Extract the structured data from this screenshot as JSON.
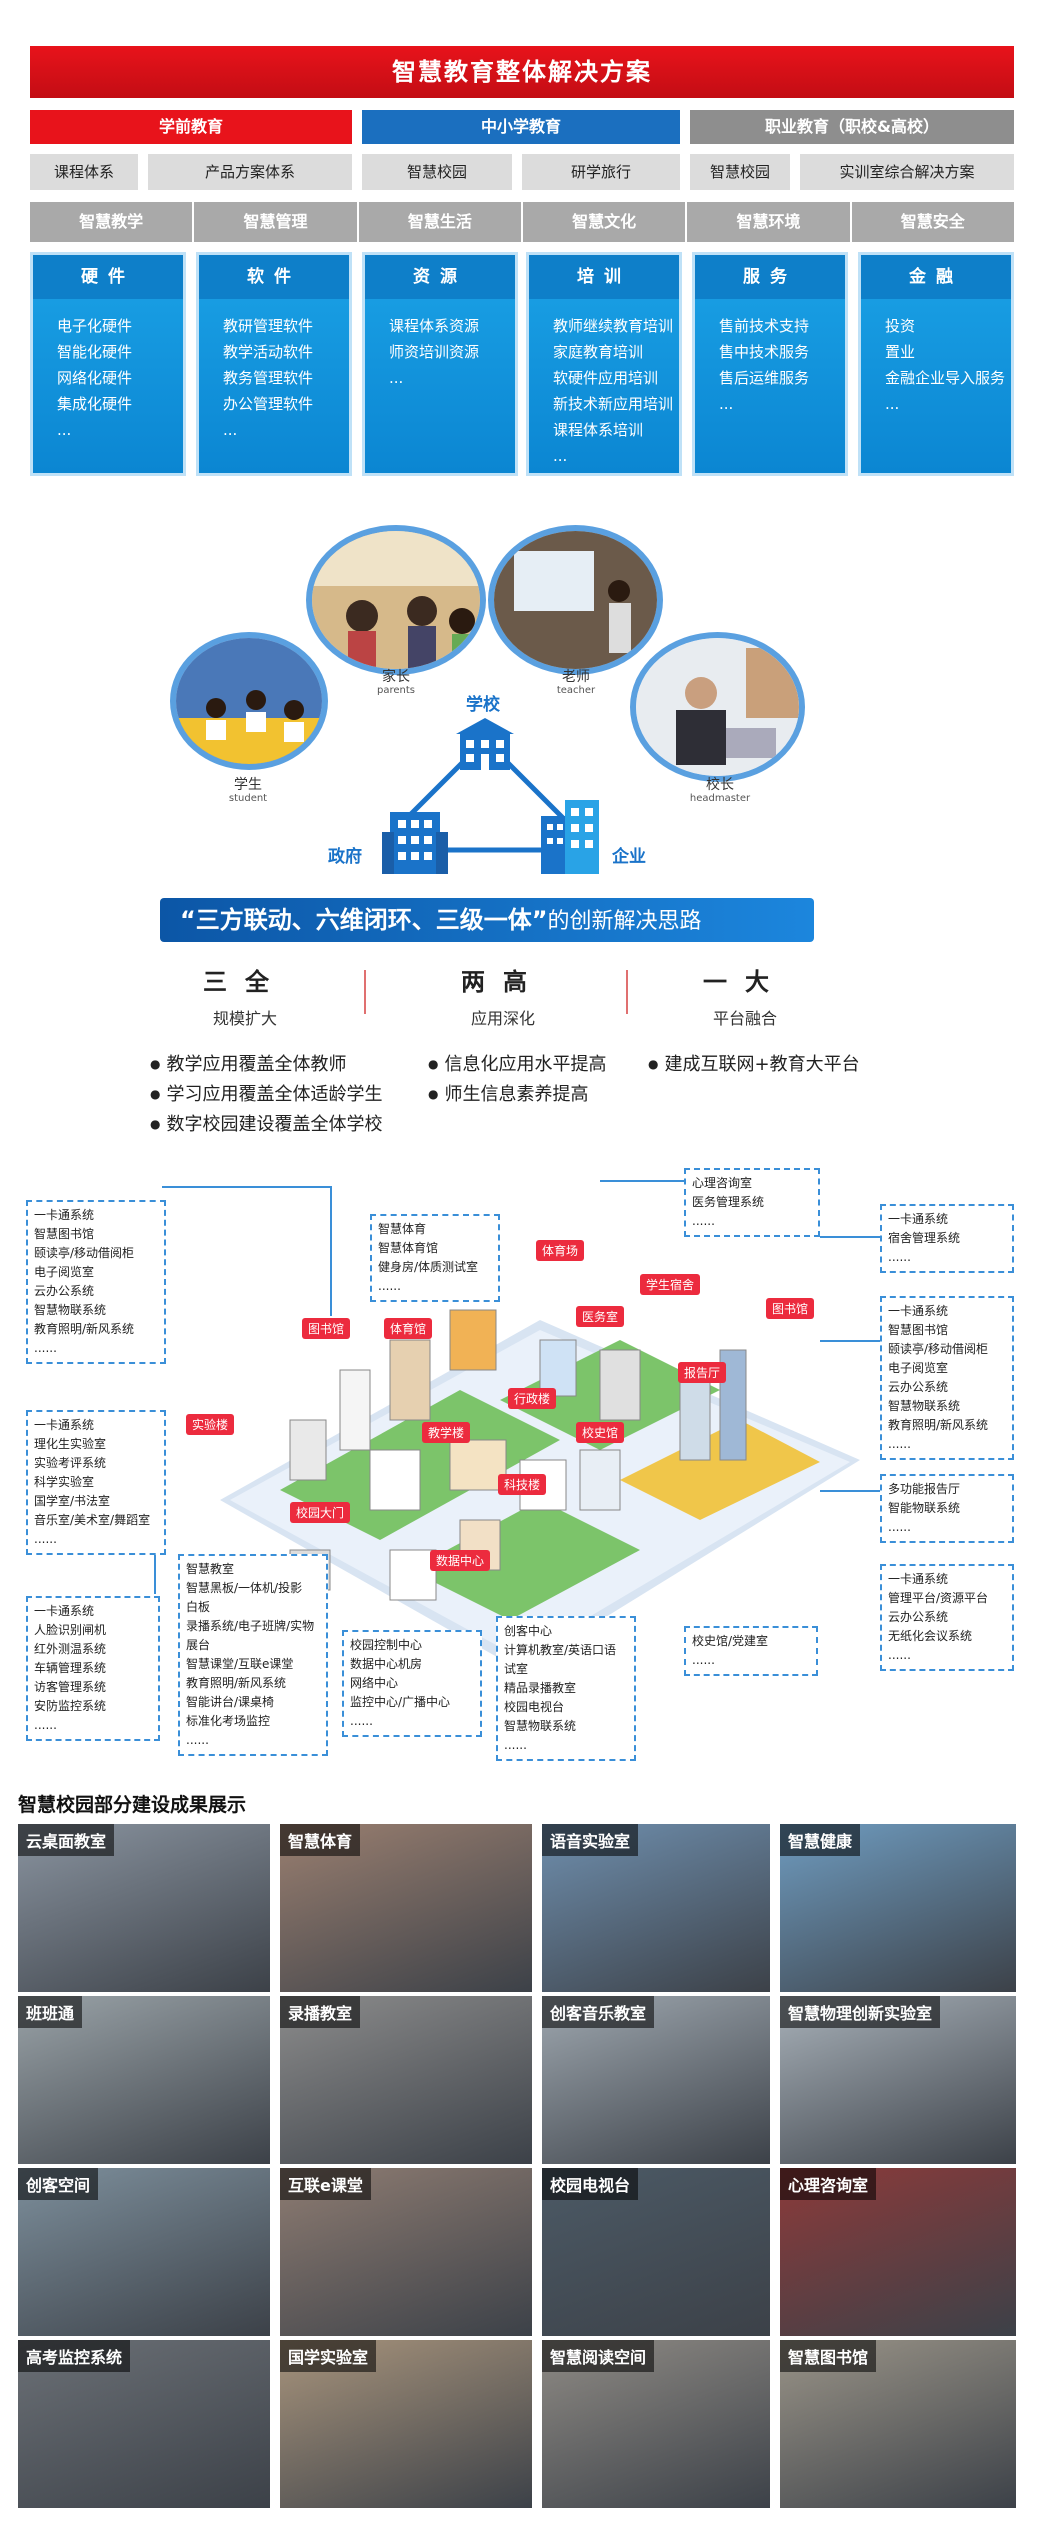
{
  "title": "智慧教育整体解决方案",
  "categories": {
    "preschool": "学前教育",
    "k12": "中小学教育",
    "vocational": "职业教育（职校&高校）"
  },
  "sub_items": [
    "课程体系",
    "产品方案体系",
    "智慧校园",
    "研学旅行",
    "智慧校园",
    "实训室综合解决方案"
  ],
  "smart_items": [
    "智慧教学",
    "智慧管理",
    "智慧生活",
    "智慧文化",
    "智慧环境",
    "智慧安全"
  ],
  "cards": [
    {
      "header": "硬件",
      "items": [
        "电子化硬件",
        "智能化硬件",
        "网络化硬件",
        "集成化硬件",
        "..."
      ]
    },
    {
      "header": "软件",
      "items": [
        "教研管理软件",
        "教学活动软件",
        "教务管理软件",
        "办公管理软件",
        "..."
      ]
    },
    {
      "header": "资源",
      "items": [
        "课程体系资源",
        "师资培训资源",
        "..."
      ]
    },
    {
      "header": "培训",
      "items": [
        "教师继续教育培训",
        "家庭教育培训",
        "软硬件应用培训",
        "新技术新应用培训",
        "课程体系培训",
        "..."
      ]
    },
    {
      "header": "服务",
      "items": [
        "售前技术支持",
        "售中技术服务",
        "售后运维服务",
        "..."
      ]
    },
    {
      "header": "金融",
      "items": [
        "投资",
        "置业",
        "金融企业导入服务",
        "..."
      ]
    }
  ],
  "diagram": {
    "parents": {
      "zh": "家长",
      "en": "parents"
    },
    "teacher": {
      "zh": "老师",
      "en": "teacher"
    },
    "student": {
      "zh": "学生",
      "en": "student"
    },
    "headmaster": {
      "zh": "校长",
      "en": "headmaster"
    },
    "school": "学校",
    "government": "政府",
    "enterprise": "企业"
  },
  "slogan": {
    "quoted": "“三方联动、六维闭环、三级一体”",
    "rest": "的创新解决思路"
  },
  "pillars": [
    {
      "big": "三全",
      "small": "规模扩大"
    },
    {
      "big": "两高",
      "small": "应用深化"
    },
    {
      "big": "一大",
      "small": "平台融合"
    }
  ],
  "bullets": [
    "教学应用覆盖全体教师",
    "信息化应用水平提高",
    "建成互联网+教育大平台",
    "学习应用覆盖全体适龄学生",
    "师生信息素养提高",
    "数字校园建设覆盖全体学校"
  ],
  "campus": {
    "tags": {
      "library_left": "图书馆",
      "gym_tag": "体育馆",
      "sports_field": "体育场",
      "student_dorm": "学生宿舍",
      "library_right": "图书馆",
      "clinic": "医务室",
      "lab_building": "实验楼",
      "admin": "行政楼",
      "hall": "报告厅",
      "teaching": "教学楼",
      "history": "校史馆",
      "science": "科技楼",
      "gate": "校园大门",
      "datacenter": "数据中心"
    },
    "boxes": {
      "b1": [
        "一卡通系统",
        "智慧图书馆",
        "颐读亭/移动借阅柜",
        "电子阅览室",
        "云办公系统",
        "智慧物联系统",
        "教育照明/新风系统",
        "......"
      ],
      "b2": [
        "智慧体育",
        "智慧体育馆",
        "健身房/体质测试室",
        "......"
      ],
      "b3": [
        "心理咨询室",
        "医务管理系统",
        "......"
      ],
      "b4": [
        "一卡通系统",
        "宿舍管理系统",
        "......"
      ],
      "b5": [
        "一卡通系统",
        "智慧图书馆",
        "颐读亭/移动借阅柜",
        "电子阅览室",
        "云办公系统",
        "智慧物联系统",
        "教育照明/新风系统",
        "......"
      ],
      "b6": [
        "一卡通系统",
        "理化生实验室",
        "实验考评系统",
        "科学实验室",
        "国学室/书法室",
        "音乐室/美术室/舞蹈室",
        "......"
      ],
      "b7": [
        "多功能报告厅",
        "智能物联系统",
        "......"
      ],
      "b8": [
        "智慧教室",
        "智慧黑板/一体机/投影",
        "白板",
        "录播系统/电子班牌/实物",
        "展台",
        "智慧课堂/互联e课堂",
        "教育照明/新风系统",
        "智能讲台/课桌椅",
        "标准化考场监控",
        "......"
      ],
      "b9": [
        "一卡通系统",
        "管理平台/资源平台",
        "云办公系统",
        "无纸化会议系统",
        "......"
      ],
      "b10": [
        "一卡通系统",
        "人脸识别闸机",
        "红外测温系统",
        "车辆管理系统",
        "访客管理系统",
        "安防监控系统",
        "......"
      ],
      "b11": [
        "校园控制中心",
        "数据中心机房",
        "网络中心",
        "监控中心/广播中心",
        "......"
      ],
      "b12": [
        "创客中心",
        "计算机教室/英语口语",
        "试室",
        "精品录播教室",
        "校园电视台",
        "智慧物联系统",
        "......"
      ],
      "b13": [
        "校史馆/党建室",
        "......"
      ]
    }
  },
  "gallery_title": "智慧校园部分建设成果展示",
  "gallery": [
    "云桌面教室",
    "智慧体育",
    "语音实验室",
    "智慧健康",
    "班班通",
    "录播教室",
    "创客音乐教室",
    "智慧物理创新实验室",
    "创客空间",
    "互联e课堂",
    "校园电视台",
    "心理咨询室",
    "高考监控系统",
    "国学实验室",
    "智慧阅读空间",
    "智慧图书馆"
  ],
  "colors": {
    "red": "#e8131b",
    "blue": "#1b6fbf",
    "grey": "#8e8e8e",
    "card_blue": "#1ba2e6"
  }
}
